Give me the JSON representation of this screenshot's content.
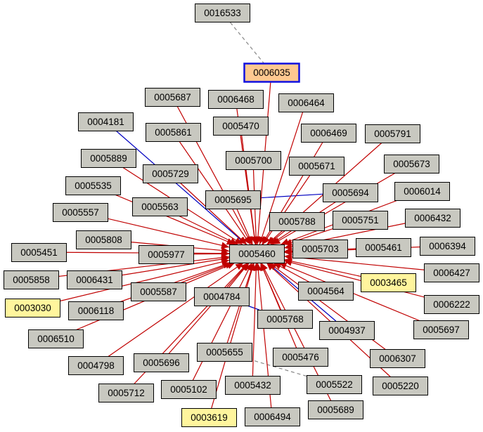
{
  "colors": {
    "node_default_fill": "#c8c8c0",
    "node_highlight_fill": "#fff59d",
    "node_focus_fill": "#ffc890",
    "focus_border": "#1010e0",
    "edge_red": "#c00000",
    "edge_blue": "#0000c0",
    "edge_dashed": "#888888"
  },
  "center": "0005460",
  "focus": "0006035",
  "nodes": [
    {
      "id": "0016533",
      "style": "default"
    },
    {
      "id": "0006035",
      "style": "focus"
    },
    {
      "id": "0005687",
      "style": "default"
    },
    {
      "id": "0006468",
      "style": "default"
    },
    {
      "id": "0006464",
      "style": "default"
    },
    {
      "id": "0004181",
      "style": "default"
    },
    {
      "id": "0005861",
      "style": "default"
    },
    {
      "id": "0005470",
      "style": "default"
    },
    {
      "id": "0006469",
      "style": "default"
    },
    {
      "id": "0005791",
      "style": "default"
    },
    {
      "id": "0005889",
      "style": "default"
    },
    {
      "id": "0005700",
      "style": "default"
    },
    {
      "id": "0005729",
      "style": "default"
    },
    {
      "id": "0005671",
      "style": "default"
    },
    {
      "id": "0005673",
      "style": "default"
    },
    {
      "id": "0005535",
      "style": "default"
    },
    {
      "id": "0005694",
      "style": "default"
    },
    {
      "id": "0006014",
      "style": "default"
    },
    {
      "id": "0005695",
      "style": "default"
    },
    {
      "id": "0005563",
      "style": "default"
    },
    {
      "id": "0005557",
      "style": "default"
    },
    {
      "id": "0005788",
      "style": "default"
    },
    {
      "id": "0005751",
      "style": "default"
    },
    {
      "id": "0006432",
      "style": "default"
    },
    {
      "id": "0005808",
      "style": "default"
    },
    {
      "id": "0005703",
      "style": "default"
    },
    {
      "id": "0005461",
      "style": "default"
    },
    {
      "id": "0006394",
      "style": "default"
    },
    {
      "id": "0005451",
      "style": "default"
    },
    {
      "id": "0005977",
      "style": "default"
    },
    {
      "id": "0005460",
      "style": "default"
    },
    {
      "id": "0006427",
      "style": "default"
    },
    {
      "id": "0005858",
      "style": "default"
    },
    {
      "id": "0006431",
      "style": "default"
    },
    {
      "id": "0003465",
      "style": "highlight"
    },
    {
      "id": "0005587",
      "style": "default"
    },
    {
      "id": "0004564",
      "style": "default"
    },
    {
      "id": "0003030",
      "style": "highlight"
    },
    {
      "id": "0004784",
      "style": "default"
    },
    {
      "id": "0006222",
      "style": "default"
    },
    {
      "id": "0006118",
      "style": "default"
    },
    {
      "id": "0005768",
      "style": "default"
    },
    {
      "id": "0004937",
      "style": "default"
    },
    {
      "id": "0005697",
      "style": "default"
    },
    {
      "id": "0006510",
      "style": "default"
    },
    {
      "id": "0005655",
      "style": "default"
    },
    {
      "id": "0005476",
      "style": "default"
    },
    {
      "id": "0006307",
      "style": "default"
    },
    {
      "id": "0004798",
      "style": "default"
    },
    {
      "id": "0005696",
      "style": "default"
    },
    {
      "id": "0005522",
      "style": "default"
    },
    {
      "id": "0005220",
      "style": "default"
    },
    {
      "id": "0005432",
      "style": "default"
    },
    {
      "id": "0005712",
      "style": "default"
    },
    {
      "id": "0005102",
      "style": "default"
    },
    {
      "id": "0005689",
      "style": "default"
    },
    {
      "id": "0003619",
      "style": "highlight"
    },
    {
      "id": "0006494",
      "style": "default"
    }
  ],
  "edges": [
    {
      "from": "0016533",
      "to": "0006035",
      "style": "dashed"
    },
    {
      "from": "0005655",
      "to": "0005522",
      "style": "dashed"
    },
    {
      "from": "0004181",
      "to": "0005460",
      "style": "blue"
    },
    {
      "from": "0005695",
      "to": "0005694",
      "style": "blue"
    },
    {
      "from": "0004784",
      "to": "0005768",
      "style": "blue"
    },
    {
      "from": "0005460",
      "to": "0004937",
      "style": "blue"
    },
    {
      "from": "0006035",
      "to": "0005460",
      "style": "red"
    },
    {
      "from": "0005687",
      "to": "0005460",
      "style": "red"
    },
    {
      "from": "0006468",
      "to": "0005460",
      "style": "red"
    },
    {
      "from": "0006464",
      "to": "0005460",
      "style": "red"
    },
    {
      "from": "0005861",
      "to": "0005460",
      "style": "red"
    },
    {
      "from": "0005470",
      "to": "0005460",
      "style": "red"
    },
    {
      "from": "0006469",
      "to": "0005460",
      "style": "red"
    },
    {
      "from": "0005791",
      "to": "0005460",
      "style": "red"
    },
    {
      "from": "0005889",
      "to": "0005460",
      "style": "red"
    },
    {
      "from": "0005700",
      "to": "0005460",
      "style": "red"
    },
    {
      "from": "0005729",
      "to": "0005460",
      "style": "red"
    },
    {
      "from": "0005671",
      "to": "0005460",
      "style": "red"
    },
    {
      "from": "0005673",
      "to": "0005460",
      "style": "red"
    },
    {
      "from": "0005535",
      "to": "0005460",
      "style": "red"
    },
    {
      "from": "0005694",
      "to": "0005460",
      "style": "red"
    },
    {
      "from": "0006014",
      "to": "0005460",
      "style": "red"
    },
    {
      "from": "0005695",
      "to": "0005460",
      "style": "red"
    },
    {
      "from": "0005563",
      "to": "0005460",
      "style": "red"
    },
    {
      "from": "0005557",
      "to": "0005460",
      "style": "red"
    },
    {
      "from": "0005788",
      "to": "0005460",
      "style": "red"
    },
    {
      "from": "0005751",
      "to": "0005460",
      "style": "red"
    },
    {
      "from": "0006432",
      "to": "0005460",
      "style": "red"
    },
    {
      "from": "0005808",
      "to": "0005460",
      "style": "red"
    },
    {
      "from": "0005703",
      "to": "0005460",
      "style": "red"
    },
    {
      "from": "0005461",
      "to": "0005460",
      "style": "red"
    },
    {
      "from": "0006394",
      "to": "0005460",
      "style": "red"
    },
    {
      "from": "0005451",
      "to": "0005460",
      "style": "red"
    },
    {
      "from": "0005977",
      "to": "0005460",
      "style": "red"
    },
    {
      "from": "0006427",
      "to": "0005460",
      "style": "red"
    },
    {
      "from": "0005858",
      "to": "0005460",
      "style": "red"
    },
    {
      "from": "0006431",
      "to": "0005460",
      "style": "red"
    },
    {
      "from": "0003465",
      "to": "0005460",
      "style": "red"
    },
    {
      "from": "0005587",
      "to": "0005460",
      "style": "red"
    },
    {
      "from": "0004564",
      "to": "0005460",
      "style": "red"
    },
    {
      "from": "0003030",
      "to": "0005460",
      "style": "red"
    },
    {
      "from": "0004784",
      "to": "0005460",
      "style": "red"
    },
    {
      "from": "0006222",
      "to": "0005460",
      "style": "red"
    },
    {
      "from": "0006118",
      "to": "0005460",
      "style": "red"
    },
    {
      "from": "0005768",
      "to": "0005460",
      "style": "red"
    },
    {
      "from": "0005697",
      "to": "0005460",
      "style": "red"
    },
    {
      "from": "0006510",
      "to": "0005460",
      "style": "red"
    },
    {
      "from": "0005655",
      "to": "0005460",
      "style": "red"
    },
    {
      "from": "0005476",
      "to": "0005460",
      "style": "red"
    },
    {
      "from": "0006307",
      "to": "0005460",
      "style": "red"
    },
    {
      "from": "0004798",
      "to": "0005460",
      "style": "red"
    },
    {
      "from": "0005696",
      "to": "0005460",
      "style": "red"
    },
    {
      "from": "0005220",
      "to": "0005460",
      "style": "red"
    },
    {
      "from": "0005432",
      "to": "0005460",
      "style": "red"
    },
    {
      "from": "0005712",
      "to": "0005460",
      "style": "red"
    },
    {
      "from": "0005102",
      "to": "0005460",
      "style": "red"
    },
    {
      "from": "0005689",
      "to": "0005460",
      "style": "red"
    },
    {
      "from": "0003619",
      "to": "0005460",
      "style": "red"
    },
    {
      "from": "0006494",
      "to": "0005460",
      "style": "red"
    }
  ]
}
